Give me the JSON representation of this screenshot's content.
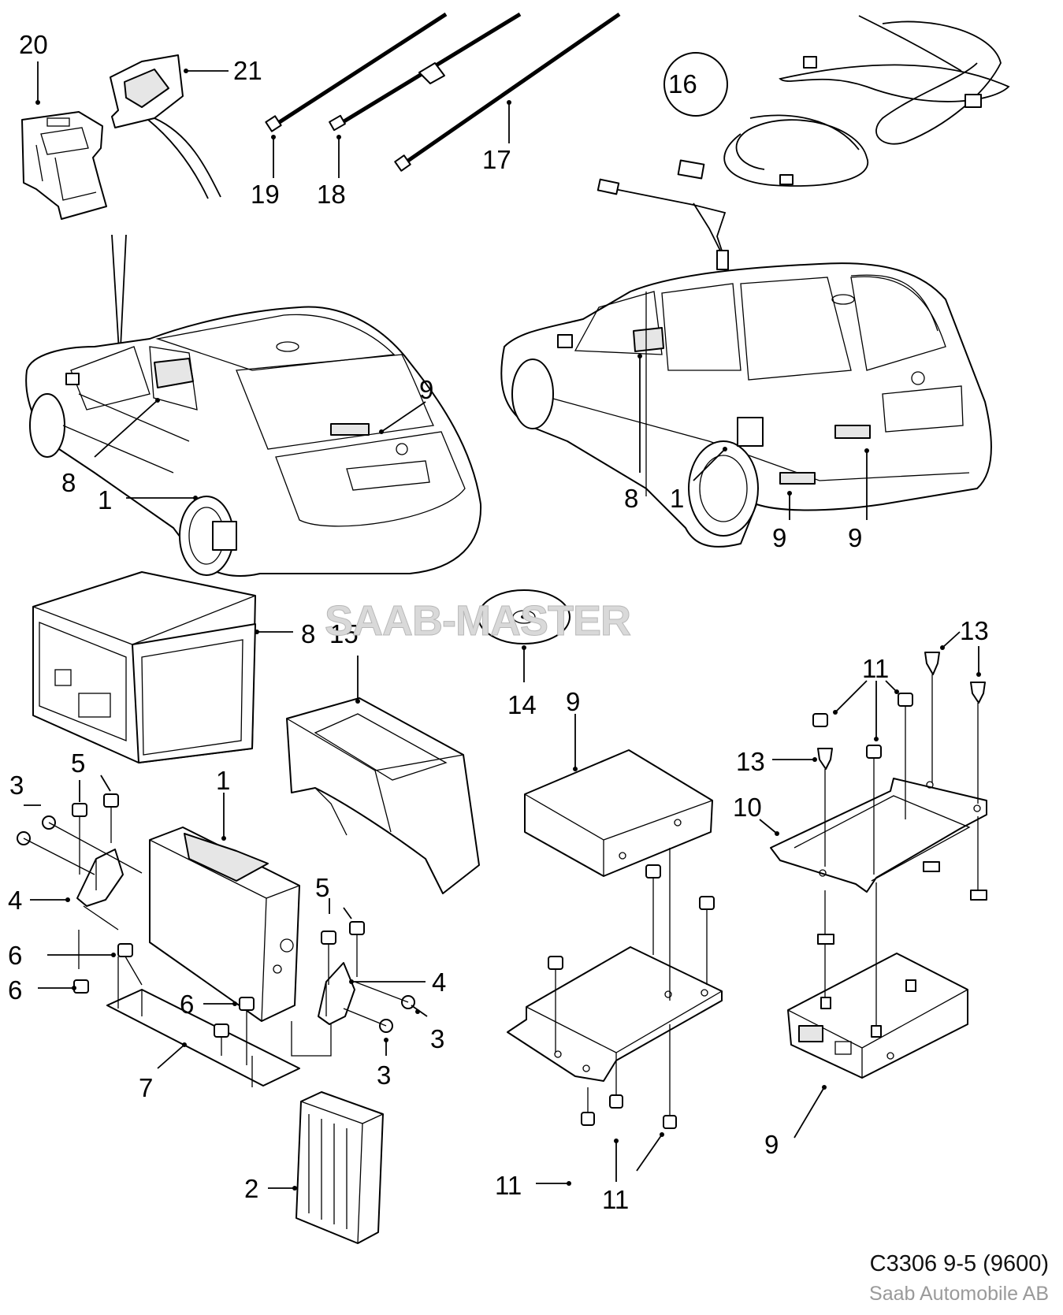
{
  "watermark": "SAAB-MASTER",
  "reference": "C3306 9-5 (9600)",
  "manufacturer": "Saab Automobile AB",
  "callouts": [
    {
      "id": "c20",
      "text": "20"
    },
    {
      "id": "c21",
      "text": "21"
    },
    {
      "id": "c19",
      "text": "19"
    },
    {
      "id": "c18",
      "text": "18"
    },
    {
      "id": "c17",
      "text": "17"
    },
    {
      "id": "c16",
      "text": "16"
    },
    {
      "id": "c9a",
      "text": "9"
    },
    {
      "id": "c8a",
      "text": "8"
    },
    {
      "id": "c1a",
      "text": "1"
    },
    {
      "id": "c8b",
      "text": "8"
    },
    {
      "id": "c1b",
      "text": "1"
    },
    {
      "id": "c9b",
      "text": "9"
    },
    {
      "id": "c9c",
      "text": "9"
    },
    {
      "id": "c8c",
      "text": "8"
    },
    {
      "id": "c15",
      "text": "15"
    },
    {
      "id": "c14",
      "text": "14"
    },
    {
      "id": "c13a",
      "text": "13"
    },
    {
      "id": "c11a",
      "text": "11"
    },
    {
      "id": "c13b",
      "text": "13"
    },
    {
      "id": "c10",
      "text": "10"
    },
    {
      "id": "c9d",
      "text": "9"
    },
    {
      "id": "c5a",
      "text": "5"
    },
    {
      "id": "c3a",
      "text": "3"
    },
    {
      "id": "c1c",
      "text": "1"
    },
    {
      "id": "c4a",
      "text": "4"
    },
    {
      "id": "c5b",
      "text": "5"
    },
    {
      "id": "c6a",
      "text": "6"
    },
    {
      "id": "c6b",
      "text": "6"
    },
    {
      "id": "c6c",
      "text": "6"
    },
    {
      "id": "c4b",
      "text": "4"
    },
    {
      "id": "c3b",
      "text": "3"
    },
    {
      "id": "c3c",
      "text": "3"
    },
    {
      "id": "c7",
      "text": "7"
    },
    {
      "id": "c2",
      "text": "2"
    },
    {
      "id": "c11b",
      "text": "11"
    },
    {
      "id": "c11c",
      "text": "11"
    },
    {
      "id": "c9e",
      "text": "9"
    }
  ]
}
